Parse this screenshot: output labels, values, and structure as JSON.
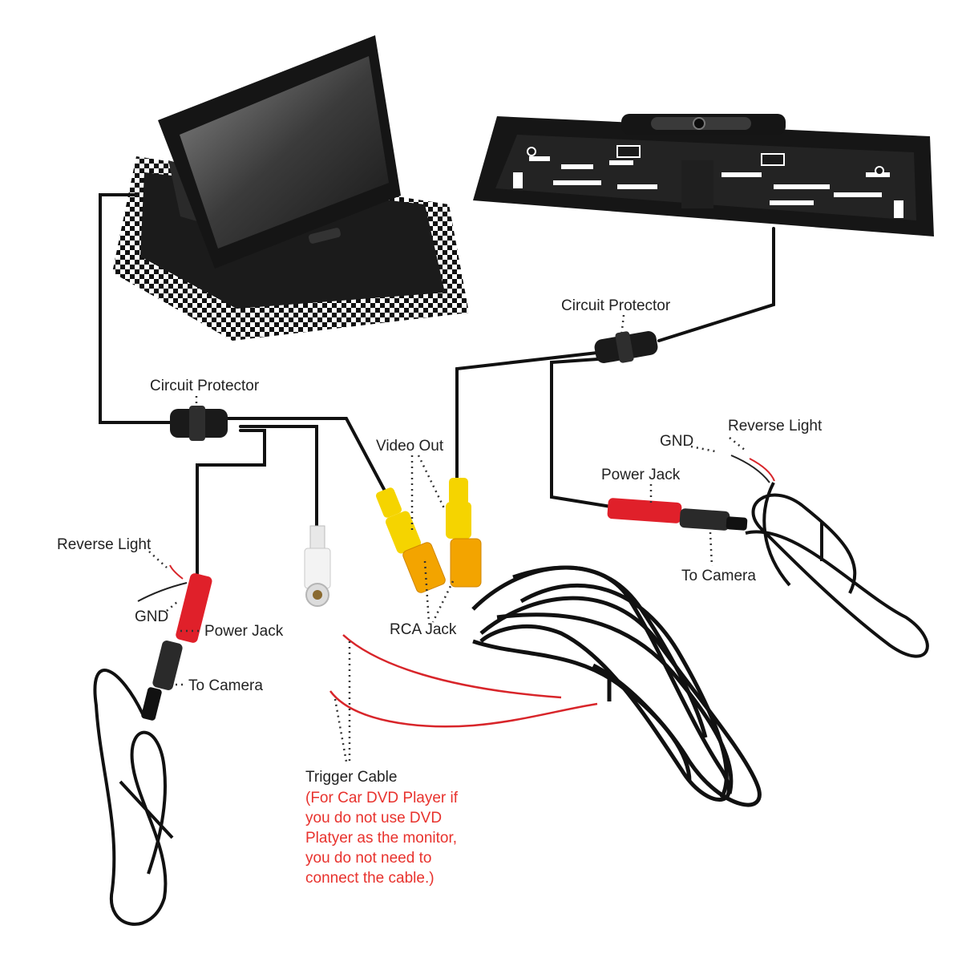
{
  "labels": {
    "circuit_protector_left": "Circuit Protector",
    "circuit_protector_right": "Circuit Protector",
    "video_out": "Video Out",
    "rca_jack": "RCA Jack",
    "reverse_light_left": "Reverse Light",
    "gnd_left": "GND",
    "power_jack_left": "Power Jack",
    "to_camera_left": "To Camera",
    "reverse_light_right": "Reverse Light",
    "gnd_right": "GND",
    "power_jack_right": "Power Jack",
    "to_camera_right": "To Camera",
    "trigger_cable": "Trigger Cable"
  },
  "trigger_note": [
    "(For Car DVD Player if",
    "you do not use DVD",
    "Platyer as the monitor,",
    "you do not need to",
    "connect the cable.)"
  ],
  "colors": {
    "cable": "#111111",
    "rca_yellow": "#f5d400",
    "rca_orange": "#f3a400",
    "rca_white": "#f2f2f2",
    "power_red": "#e0202a",
    "trigger_wire": "#d8252a",
    "note_text": "#e8322d"
  }
}
